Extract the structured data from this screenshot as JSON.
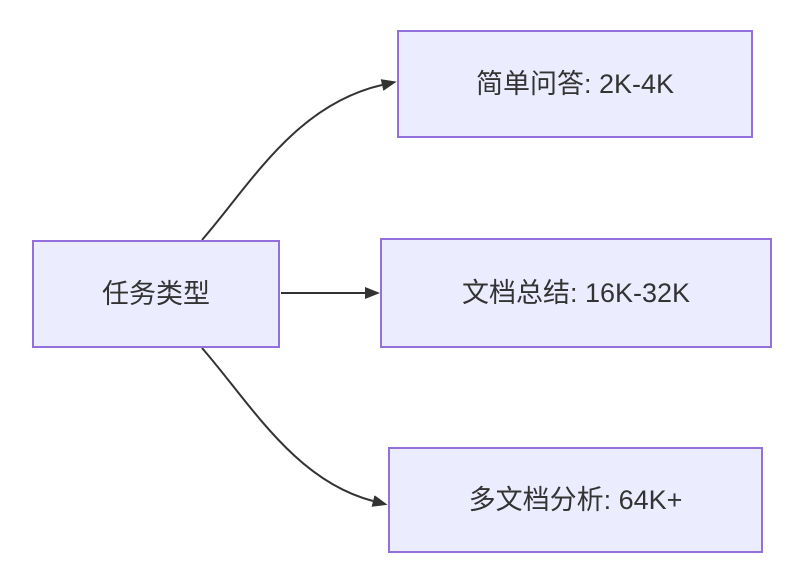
{
  "diagram": {
    "type": "flowchart-left-to-right",
    "nodes": {
      "root": {
        "label": "任务类型"
      },
      "simple_qa": {
        "label": "简单问答: 2K-4K"
      },
      "doc_summary": {
        "label": "文档总结: 16K-32K"
      },
      "multi_doc": {
        "label": "多文档分析: 64K+"
      }
    },
    "edges": [
      {
        "from": "任务类型",
        "to": "简单问答: 2K-4K",
        "style": "curved-up-arrow"
      },
      {
        "from": "任务类型",
        "to": "文档总结: 16K-32K",
        "style": "straight-arrow"
      },
      {
        "from": "任务类型",
        "to": "多文档分析: 64K+",
        "style": "curved-down-arrow"
      }
    ],
    "colors": {
      "background": "#ffffff",
      "node_fill": "#ECECFF",
      "node_border": "#9370DB",
      "edge_stroke": "#333333",
      "text": "#333333"
    }
  }
}
